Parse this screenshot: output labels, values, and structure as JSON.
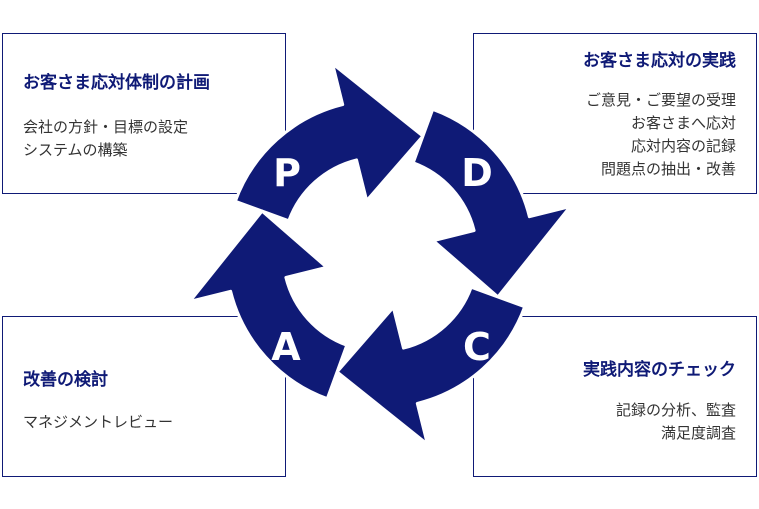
{
  "colors": {
    "navy": "#0f1a76",
    "text": "#333333",
    "background": "#ffffff"
  },
  "plan": {
    "title": "お客さま応対体制の計画",
    "lines": [
      "会社の方針・目標の設定",
      "システムの構築"
    ]
  },
  "do": {
    "title": "お客さま応対の実践",
    "lines": [
      "ご意見・ご要望の受理",
      "お客さまへ応対",
      "応対内容の記録",
      "問題点の抽出・改善"
    ]
  },
  "act": {
    "title": "改善の検討",
    "lines": [
      "マネジメントレビュー"
    ]
  },
  "check": {
    "title": "実践内容のチェック",
    "lines": [
      "記録の分析、監査",
      "満足度調査"
    ]
  },
  "cycle": {
    "letters": [
      "P",
      "D",
      "C",
      "A"
    ]
  }
}
